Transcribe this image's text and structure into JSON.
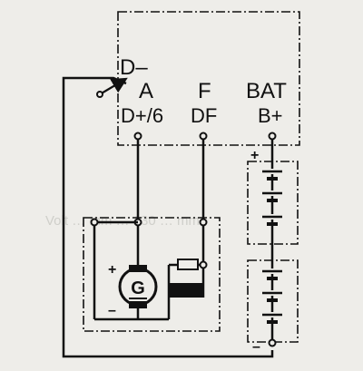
{
  "terminals": {
    "d_minus": "D–",
    "a": "A",
    "d_plus_6": "D+/6",
    "f": "F",
    "df": "DF",
    "bat": "BAT",
    "b_plus": "B+"
  },
  "generator": {
    "symbol": "G",
    "plus": "+",
    "minus": "–"
  },
  "battery_pack": {
    "plus": "+",
    "minus": "–"
  },
  "watermark": "Volt … mm  … 130 … mm",
  "colors": {
    "ink": "#111111",
    "background": "#eeede9",
    "watermark": "#cfcfca"
  }
}
